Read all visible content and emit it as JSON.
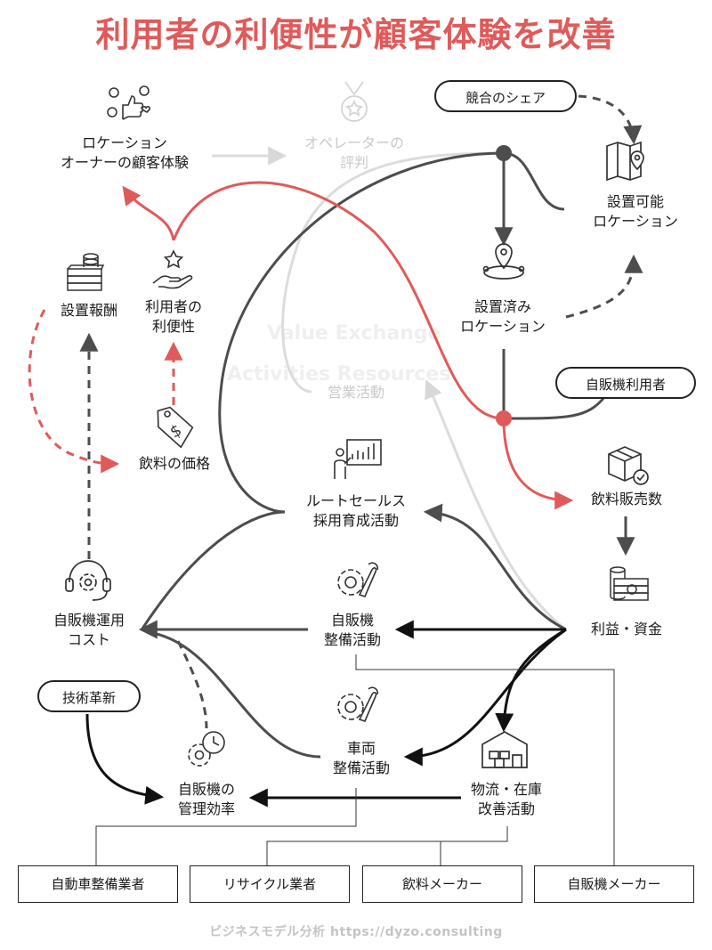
{
  "title": "利用者の利便性が顧客体験を改善",
  "nodes": {
    "location_owner_cx": "ロケーション\nオーナーの顧客体験",
    "operator_reputation": "オペレーターの\n評判",
    "installable_locations": "設置可能\nロケーション",
    "installed_locations": "設置済み\nロケーション",
    "installation_reward": "設置報酬",
    "user_convenience": "利用者の\n利便性",
    "beverage_price": "飲料の価格",
    "sales_activities": "営業活動",
    "beverage_sales": "飲料販売数",
    "route_sales": "ルートセールス\n採用育成活動",
    "profit_funds": "利益・資金",
    "vm_operation_cost": "自販機運用\nコスト",
    "vm_maintenance": "自販機\n整備活動",
    "vehicle_maintenance": "車両\n整備活動",
    "logistics": "物流・在庫\n改善活動",
    "vm_management_efficiency": "自販機の\n管理効率"
  },
  "pills": {
    "competitor_share": "競合のシェア",
    "vm_users": "自販機利用者",
    "tech_innovation": "技術革新"
  },
  "partners": [
    "自動車整備業者",
    "リサイクル業者",
    "飲料メーカー",
    "自販機メーカー"
  ],
  "watermark": [
    "Value Exchange",
    "Activities Resources"
  ],
  "footer": "ビジネスモデル分析 https://dyzo.consulting",
  "colors": {
    "accent_red": "#e05a5a",
    "dark": "#4d4d4d",
    "faded": "#d8d8d8",
    "black": "#111111"
  }
}
